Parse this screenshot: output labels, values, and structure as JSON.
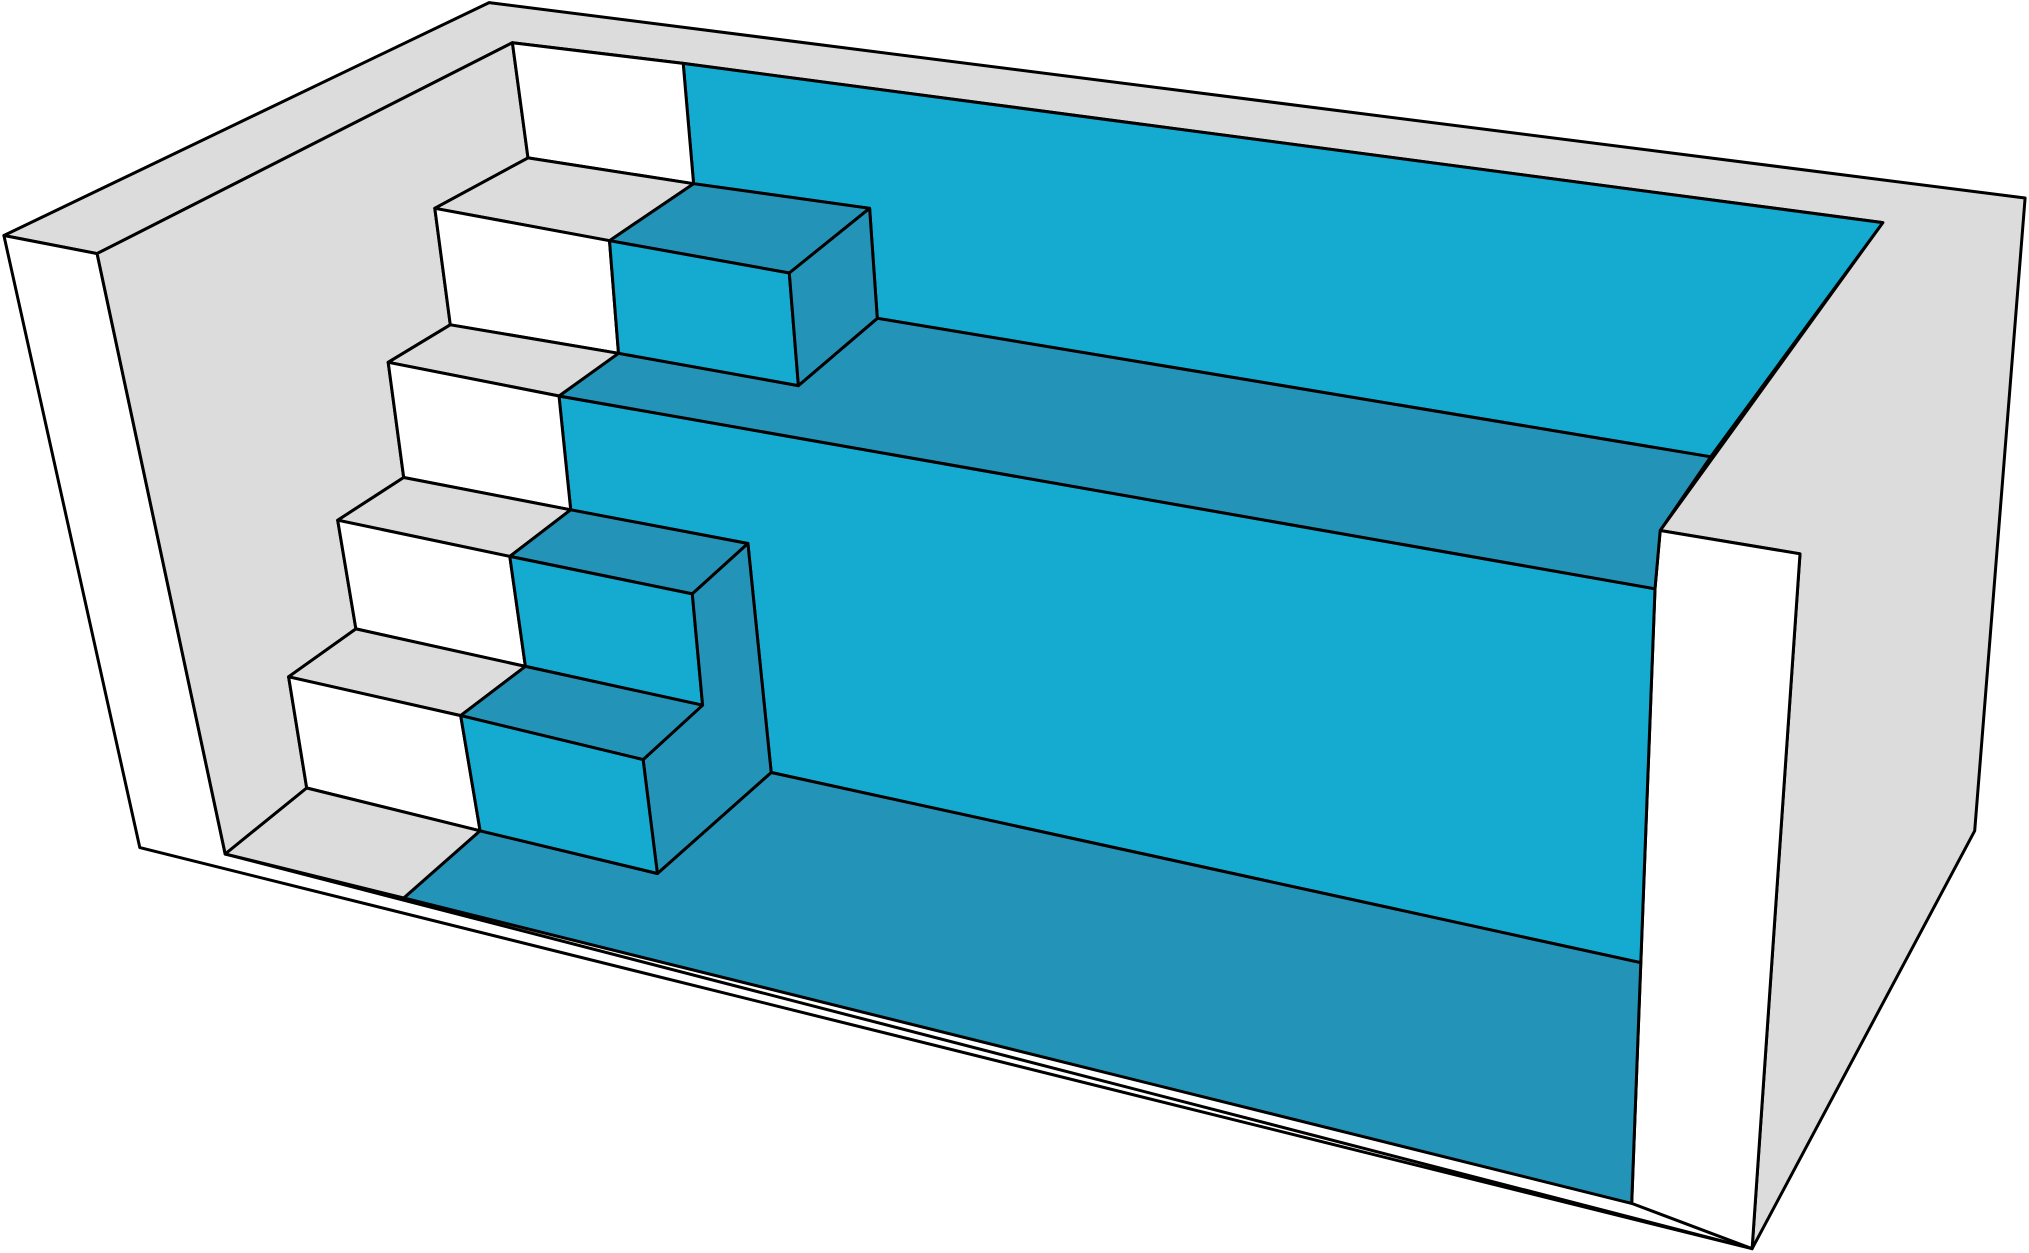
{
  "diagram": {
    "subject": "pool-with-stepped-entry",
    "colors": {
      "rim_gray": "#dcdcdc",
      "wall_white": "#ffffff",
      "water_wall": "#15aacf",
      "water_floor": "#2394b8",
      "outline": "#000000"
    },
    "steps": [
      {
        "id": 1,
        "submerged": false
      },
      {
        "id": 2,
        "submerged": false
      },
      {
        "id": 3,
        "submerged": true
      },
      {
        "id": 4,
        "submerged": true
      },
      {
        "id": 5,
        "submerged": true
      },
      {
        "id": 6,
        "submerged": false
      }
    ]
  }
}
